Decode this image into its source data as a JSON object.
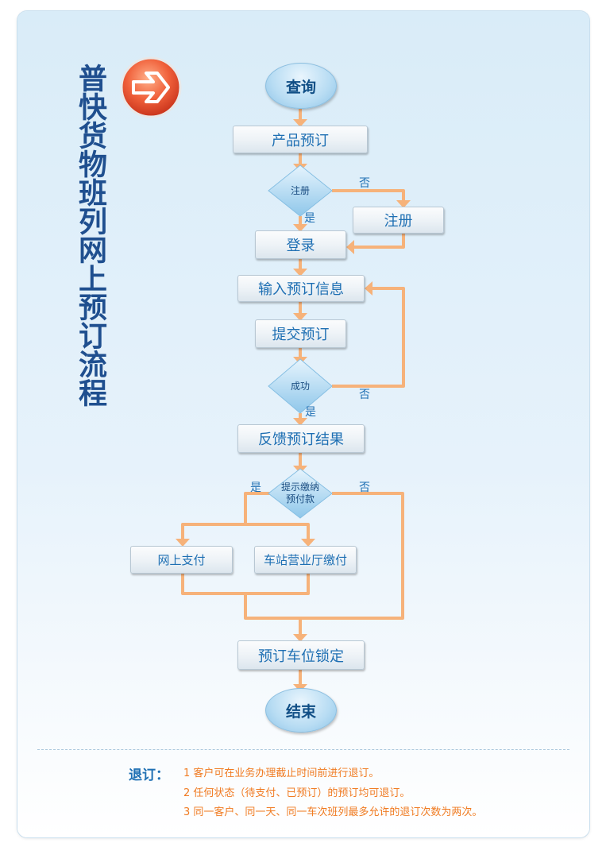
{
  "title": "普快货物班列网上预订流程",
  "nodes": {
    "start": "查询",
    "product": "产品预订",
    "register_check": "注册",
    "register": "注册",
    "login": "登录",
    "input": "输入预订信息",
    "submit": "提交预订",
    "success_check": "成功",
    "feedback": "反馈预订结果",
    "prepay_check_1": "提示缴纳",
    "prepay_check_2": "预付款",
    "online_pay": "网上支付",
    "station_pay": "车站营业厅缴付",
    "lock": "预订车位锁定",
    "end": "结束"
  },
  "labels": {
    "no_register": "否",
    "yes_register": "是",
    "no_success": "否",
    "yes_success": "是",
    "yes_prepay": "是",
    "no_prepay": "否"
  },
  "refund": {
    "title": "退订：",
    "lines": [
      "1  客户可在业务办理截止时间前进行退订。",
      "2  任何状态（待支付、已预订）的预订均可退订。",
      "3  同一客户、同一天、同一车次班列最多允许的退订次数为两次。"
    ]
  },
  "colors": {
    "connector": "#f6b27a",
    "box_text": "#1e6fb3",
    "title": "#1f4f8f",
    "refund_text": "#f07b22",
    "diamond": "#a9d6f2"
  }
}
